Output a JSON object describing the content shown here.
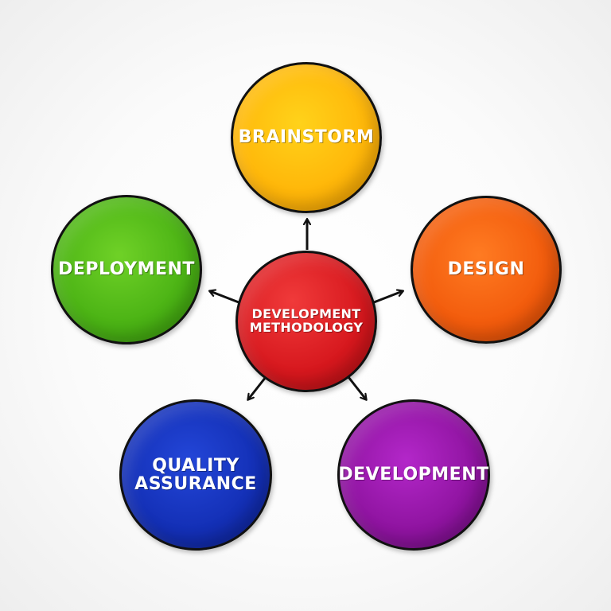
{
  "diagram": {
    "center": {
      "label": "DEVELOPMENT\nMETHODOLOGY",
      "color": "#d6171d"
    },
    "nodes": [
      {
        "id": "brainstorm",
        "label": "BRAINSTORM",
        "color": "#ffb80a"
      },
      {
        "id": "design",
        "label": "DESIGN",
        "color": "#f25b0c"
      },
      {
        "id": "development",
        "label": "DEVELOPMENT",
        "color": "#8e139f"
      },
      {
        "id": "quality-assurance",
        "label": "QUALITY\nASSURANCE",
        "color": "#132fb5"
      },
      {
        "id": "deployment",
        "label": "DEPLOYMENT",
        "color": "#4ab214"
      }
    ]
  }
}
